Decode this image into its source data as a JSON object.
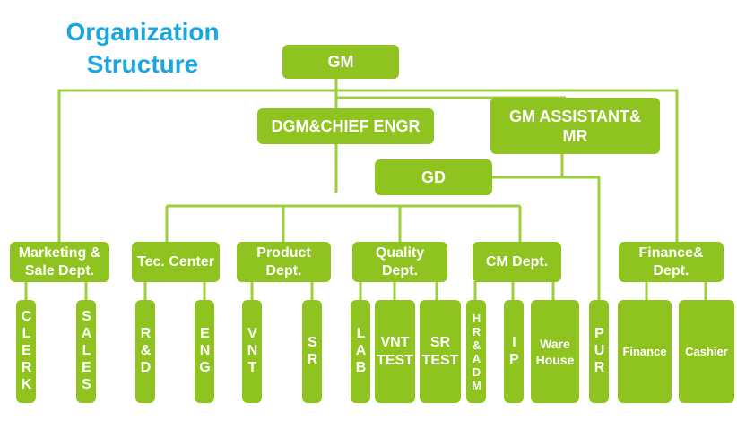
{
  "title": "Organization\nStructure",
  "colors": {
    "box": "#8fc31f",
    "text": "#ffffff",
    "title": "#1aa6e0",
    "line": "#9dcf3a"
  },
  "nodes": {
    "gm": "GM",
    "dgm": "DGM&CHIEF ENGR",
    "gm_assistant": "GM  ASSISTANT&\nMR",
    "gd": "GD",
    "marketing": "Marketing &\nSale Dept.",
    "tec_center": "Tec. Center",
    "product": "Product\nDept.",
    "quality": "Quality\nDept.",
    "cm": "CM Dept.",
    "finance_dept": "Finance&\nDept.",
    "clerk": "CLERK",
    "sales": "SALES",
    "rd": "R&D",
    "eng": "ENG",
    "vnt": "VNT",
    "sr": "SR",
    "lab": "LAB",
    "vnt_test": "VNT\nTEST",
    "sr_test": "SR\nTEST",
    "hr_adm": "HR&ADM",
    "ip": "IP",
    "warehouse": "Ware\nHouse",
    "pur": "PUR",
    "finance": "Finance",
    "cashier": "Cashier"
  }
}
